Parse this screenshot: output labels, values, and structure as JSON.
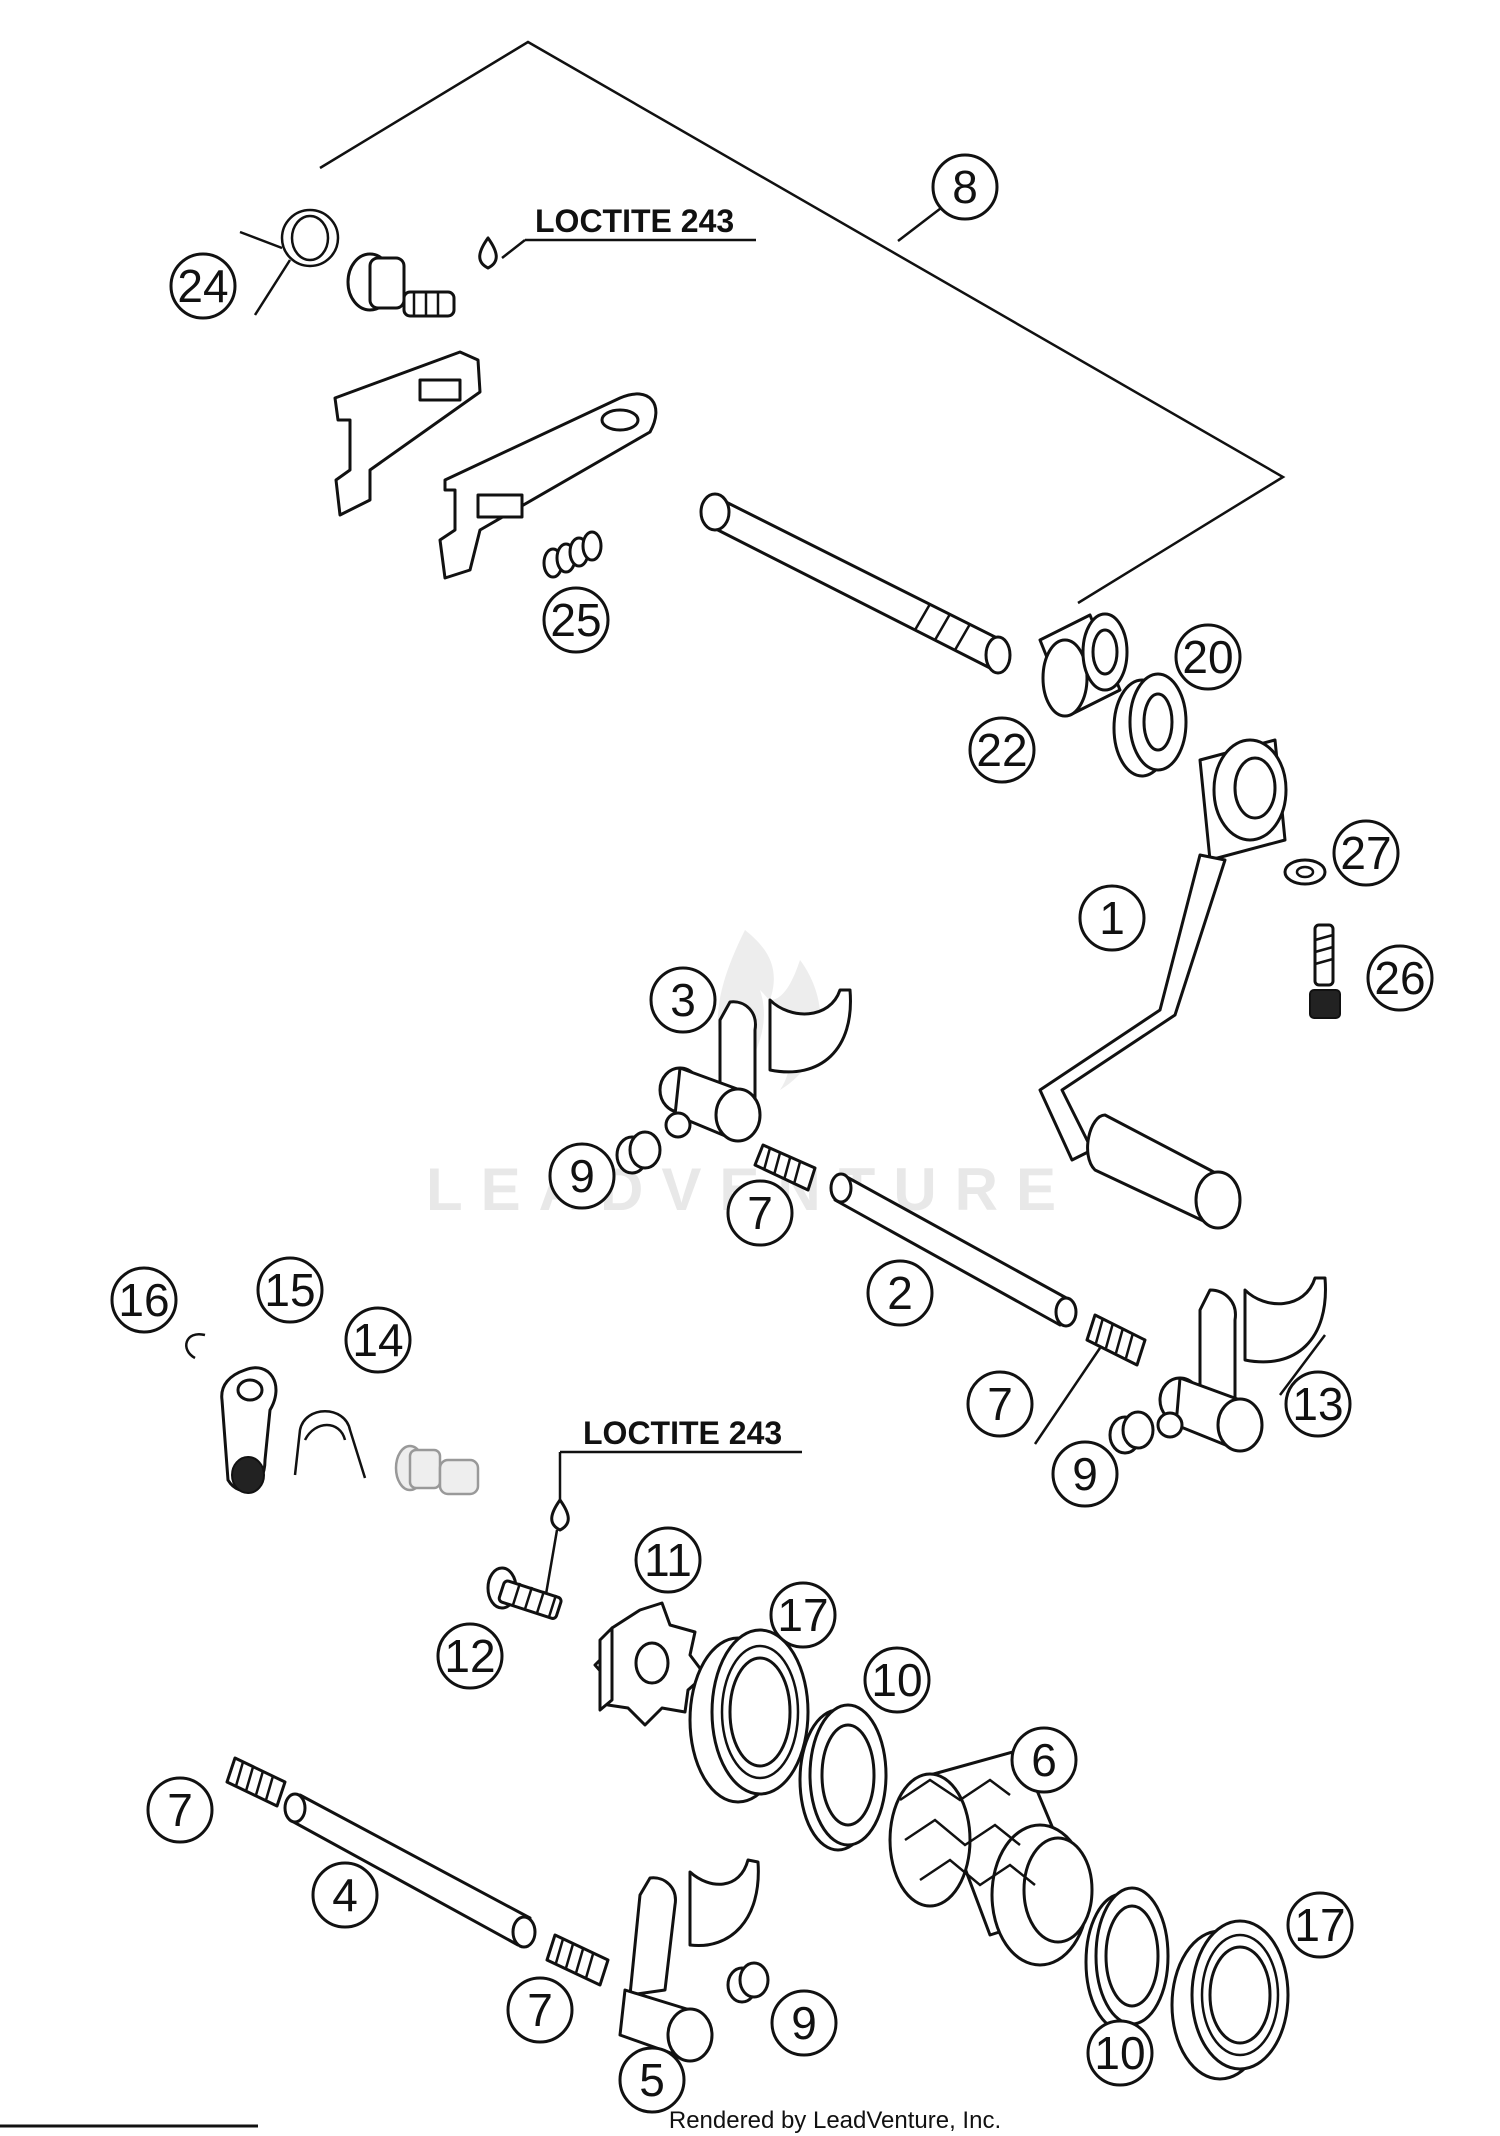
{
  "diagram": {
    "note_loctite_top": "LOCTITE 243",
    "note_loctite_bottom": "LOCTITE 243",
    "watermark": "LEADVENTURE",
    "credit": "Rendered by LeadVenture, Inc.",
    "callouts": {
      "c8": "8",
      "c24": "24",
      "c25": "25",
      "c22": "22",
      "c20": "20",
      "c27": "27",
      "c1": "1",
      "c26": "26",
      "c3": "3",
      "c9a": "9",
      "c7a": "7",
      "c2": "2",
      "c16": "16",
      "c15": "15",
      "c14": "14",
      "c7b": "7",
      "c13": "13",
      "c9b": "9",
      "c11": "11",
      "c12": "12",
      "c17a": "17",
      "c10a": "10",
      "c6": "6",
      "c7c": "7",
      "c4": "4",
      "c7d": "7",
      "c9c": "9",
      "c10b": "10",
      "c17b": "17",
      "c5": "5"
    }
  },
  "colors": {
    "ink": "#111111",
    "paper": "#ffffff",
    "watermark": "#e8e8e8"
  }
}
